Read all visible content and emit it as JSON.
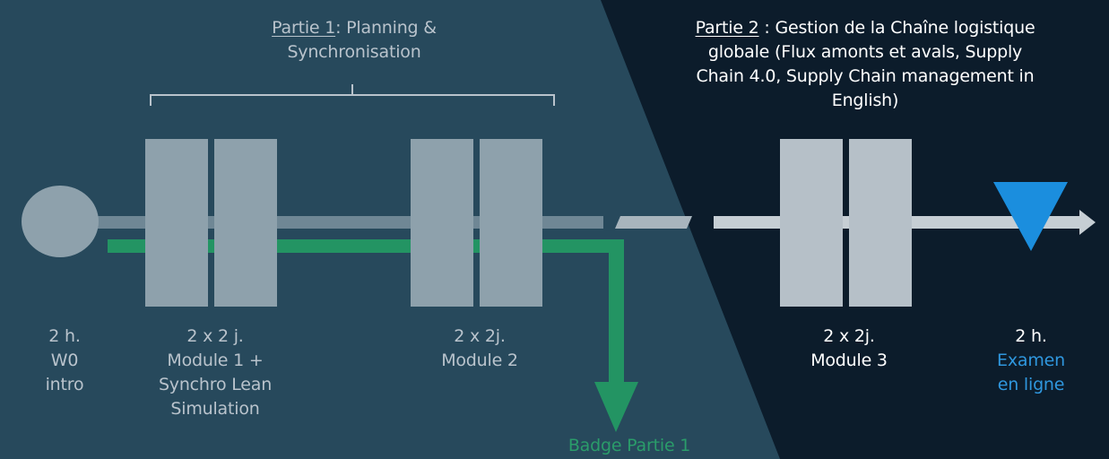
{
  "part1": {
    "label": "Partie 1",
    "sep": ": ",
    "lines": [
      "Planning &",
      "Synchronisation"
    ]
  },
  "part2": {
    "label": "Partie 2",
    "sep": " : ",
    "lines": [
      "Gestion de la Chaîne logistique",
      "globale (Flux amonts et avals, Supply",
      "Chain 4.0, Supply Chain management in",
      "English)"
    ]
  },
  "steps": {
    "intro": [
      "2 h.",
      "W0",
      "intro"
    ],
    "module1": [
      "2 x 2 j.",
      "Module 1 +",
      "Synchro Lean",
      "Simulation"
    ],
    "module2": [
      "2 x 2j.",
      "Module 2"
    ],
    "module3": [
      "2 x 2j.",
      "Module 3"
    ],
    "exam_duration": "2 h.",
    "exam_lines": [
      "Examen",
      "en ligne"
    ]
  },
  "badge": "Badge Partie 1",
  "colors": {
    "background_dark": "#0c1c2b",
    "background_mid": "#27495c",
    "block": "#8ea1ac",
    "block_light": "#b6c0c8",
    "timeline": "#c6ced4",
    "green": "#239463",
    "blue": "#1b8ede"
  }
}
